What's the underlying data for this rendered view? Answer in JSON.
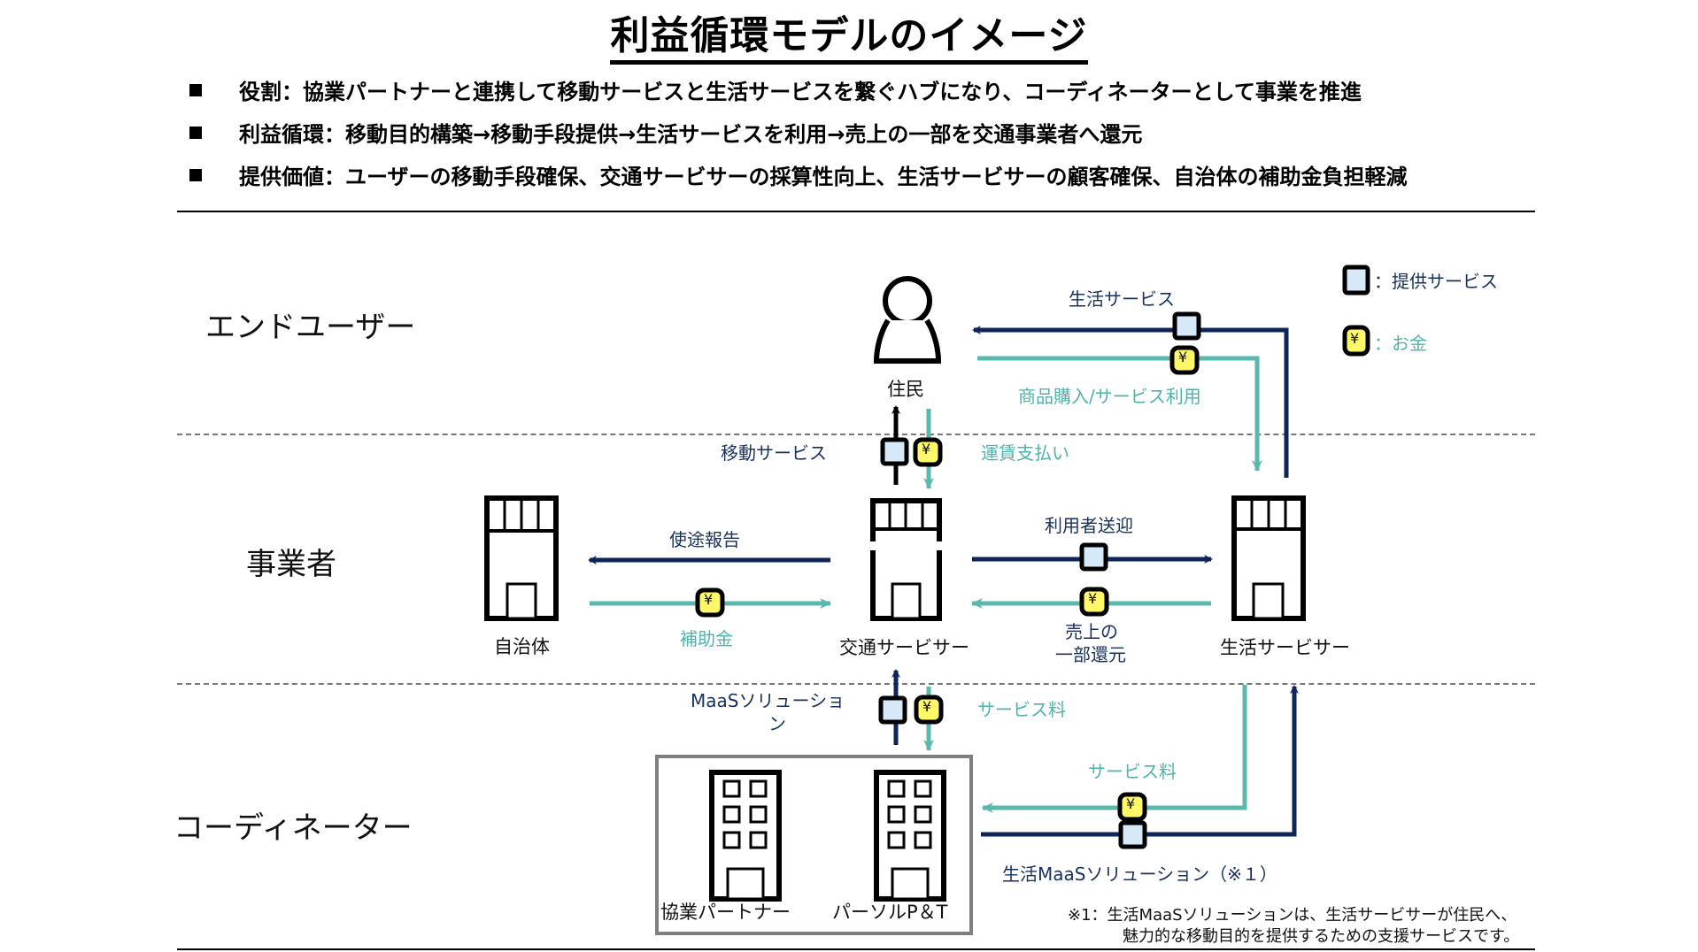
{
  "title": "利益循環モデルのイメージ",
  "bullets": [
    "役割：協業パートナーと連携して移動サービスと生活サービスを繋ぐハブになり、コーディネーターとして事業を推進",
    "利益循環：移動目的構築→移動手段提供→生活サービスを利用→売上の一部を交通事業者へ還元",
    "提供価値：ユーザーの移動手段確保、交通サービサーの採算性向上、生活サービサーの顧客確保、自治体の補助金負担軽減"
  ],
  "lanes": {
    "end_user": "エンドユーザー",
    "business": "事業者",
    "coordinator": "コーディネーター"
  },
  "legend": {
    "service": "：提供サービス",
    "money": "：お金",
    "money_symbol": "¥"
  },
  "entities": {
    "resident": "住民",
    "municipality": "自治体",
    "transport": "交通サービサー",
    "life": "生活サービサー",
    "partner": "協業パートナー",
    "persol": "パーソルP＆T"
  },
  "flows": {
    "life_service": "生活サービス",
    "purchase": "商品購入/サービス利用",
    "mobility_service": "移動サービス",
    "fare": "運賃支払い",
    "usage_report": "使途報告",
    "subsidy": "補助金",
    "pickup": "利用者送迎",
    "revenue_return_1": "売上の",
    "revenue_return_2": "一部還元",
    "maas_solution_1": "MaaSソリューショ",
    "maas_solution_2": "ン",
    "service_fee_1": "サービス料",
    "service_fee_2": "サービス料",
    "life_maas": "生活MaaSソリューション（※１）"
  },
  "footnote": {
    "line1": "※1：生活MaaSソリューションは、生活サービサーが住民へ、",
    "line2": "魅力的な移動目的を提供するための支援サービスです。"
  },
  "colors": {
    "navy": "#0f2557",
    "teal": "#5bb8ad",
    "service_fill": "#d6e9f8",
    "money_fill": "#fff96a",
    "frame": "#7f7f7f"
  }
}
